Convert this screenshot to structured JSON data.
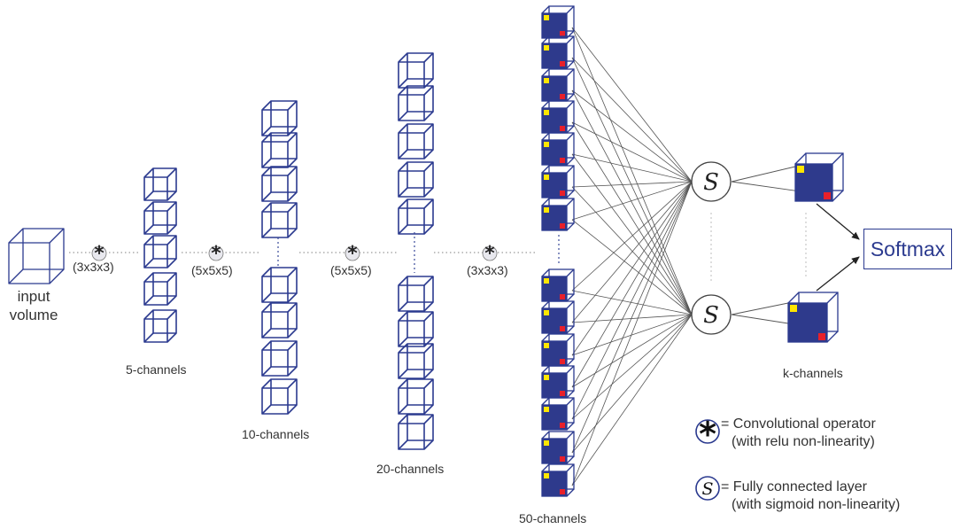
{
  "input": {
    "label_line1": "input",
    "label_line2": "volume"
  },
  "operators": [
    {
      "symbol": "*",
      "kernel": "(3x3x3)"
    },
    {
      "symbol": "*",
      "kernel": "(5x5x5)"
    },
    {
      "symbol": "*",
      "kernel": "(5x5x5)"
    },
    {
      "symbol": "*",
      "kernel": "(3x3x3)"
    }
  ],
  "layers": [
    {
      "label": "5-channels"
    },
    {
      "label": "10-channels"
    },
    {
      "label": "20-channels"
    },
    {
      "label": "50-channels"
    },
    {
      "label": "k-channels"
    }
  ],
  "fc_units": [
    {
      "symbol": "S"
    },
    {
      "symbol": "S"
    }
  ],
  "softmax": {
    "label": "Softmax"
  },
  "legend": {
    "conv_symbol": "*",
    "conv_line1": "= Convolutional operator",
    "conv_line2": "(with relu non-linearity)",
    "fc_symbol": "S",
    "fc_line1": "= Fully connected layer",
    "fc_line2": "(with sigmoid non-linearity)"
  },
  "colors": {
    "cube_stroke": "#2b3a8f",
    "cube_fill": "#2e3a8c",
    "marker_yellow": "#ffe600",
    "marker_red": "#e8202a",
    "line": "#555555",
    "dots": "#3a4a9a",
    "text": "#333333"
  }
}
